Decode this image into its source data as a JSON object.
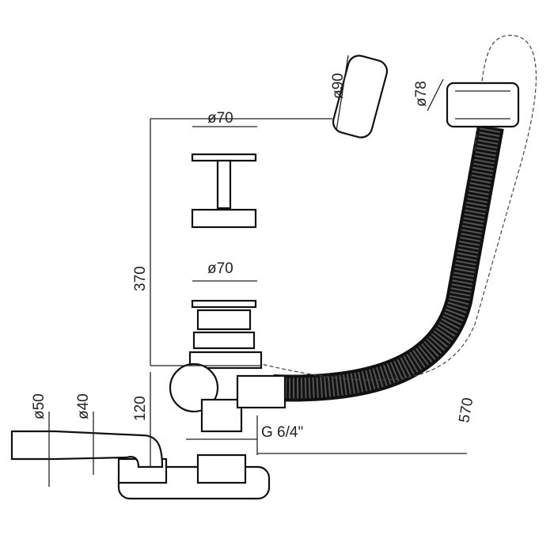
{
  "drawing": {
    "labels": {
      "d70_top": "ø70",
      "d70_mid": "ø70",
      "d90": "ø90",
      "d78": "ø78",
      "h370": "370",
      "h120": "120",
      "d50": "ø50",
      "d40": "ø40",
      "thread": "G 6/4\"",
      "len570": "570"
    }
  }
}
